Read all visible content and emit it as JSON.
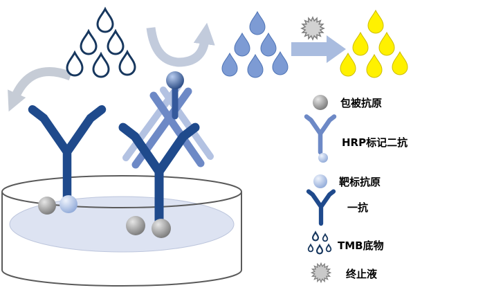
{
  "legend": {
    "items": [
      {
        "icon": "coating-antigen-sphere-icon",
        "label": "包被抗原"
      },
      {
        "icon": "hrp-secondary-antibody-icon",
        "label": "HRP标记二抗"
      },
      {
        "icon": "target-antigen-sphere-icon",
        "label": "靶标抗原"
      },
      {
        "icon": "primary-antibody-icon",
        "label": "一抗"
      },
      {
        "icon": "tmb-substrate-droplets-icon",
        "label": "TMB底物"
      },
      {
        "icon": "stop-solution-burst-icon",
        "label": "终止液"
      }
    ]
  },
  "colors": {
    "navy_outline": "#17375e",
    "antibody_blue": "#1f4a8c",
    "steel_blue": "#6d89c6",
    "light_steel_blue": "#b3c2e2",
    "substrate_drop_blue": "#7d9bd4",
    "product_yellow": "#fff100",
    "sphere_gray": "#8c8c8c",
    "arrow_gray_blue": "#c2cbdc",
    "block_arrow_blue": "#a9bcdf",
    "well_liquid": "#dde3f2"
  }
}
